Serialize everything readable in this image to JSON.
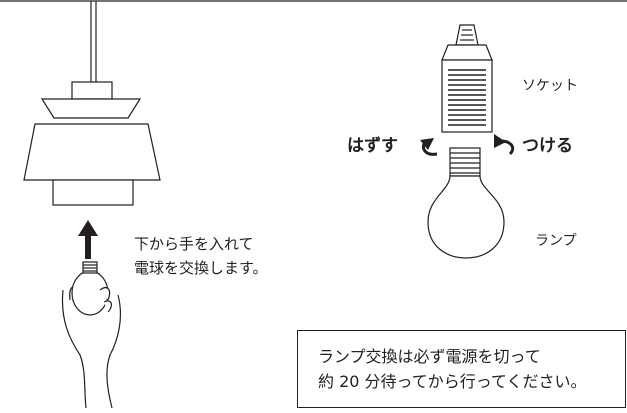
{
  "labels": {
    "socket": "ソケット",
    "remove": "はずす",
    "attach": "つける",
    "lamp": "ランプ",
    "instruction_line1": "下から手を入れて",
    "instruction_line2": "電球を交換します。"
  },
  "notice": {
    "line1": "ランプ交換は必ず電源を切って",
    "line2": "約 20 分待ってから行ってください。"
  },
  "colors": {
    "ink": "#231f20",
    "background": "#ffffff"
  }
}
